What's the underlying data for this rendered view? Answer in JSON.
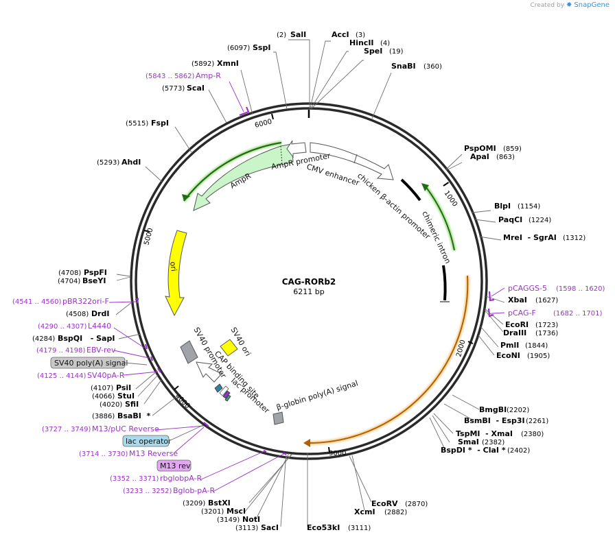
{
  "credit": {
    "prefix": "Created by",
    "brand": "SnapGene"
  },
  "plasmid": {
    "name": "CAG-RORb2",
    "length": "6211 bp"
  },
  "ticks": [
    "1000",
    "2000",
    "3000",
    "4000",
    "5000",
    "6000"
  ],
  "sites": [
    {
      "name": "SalI",
      "pos": "(2)"
    },
    {
      "name": "AccI",
      "pos": "(3)"
    },
    {
      "name": "HincII",
      "pos": "(4)"
    },
    {
      "name": "SpeI",
      "pos": "(19)"
    },
    {
      "name": "SnaBI",
      "pos": "(360)"
    },
    {
      "name": "SspI",
      "pos": "(6097)"
    },
    {
      "name": "XmnI",
      "pos": "(5892)"
    },
    {
      "name": "ScaI",
      "pos": "(5773)"
    },
    {
      "name": "FspI",
      "pos": "(5515)"
    },
    {
      "name": "AhdI",
      "pos": "(5293)"
    },
    {
      "name": "PspOMI",
      "pos": "(859)"
    },
    {
      "name": "ApaI",
      "pos": "(863)"
    },
    {
      "name": "BlpI",
      "pos": "(1154)"
    },
    {
      "name": "PaqCI",
      "pos": "(1224)"
    },
    {
      "name": "MreI  - SgrAI",
      "pos": "(1312)"
    },
    {
      "name": "XbaI",
      "pos": "(1627)"
    },
    {
      "name": "EcoRI",
      "pos": "(1723)"
    },
    {
      "name": "DraIII",
      "pos": "(1736)"
    },
    {
      "name": "PmlI",
      "pos": "(1844)"
    },
    {
      "name": "EcoNI",
      "pos": "(1905)"
    },
    {
      "name": "PspFI",
      "pos": "(4708)"
    },
    {
      "name": "BseYI",
      "pos": "(4704)"
    },
    {
      "name": "DrdI",
      "pos": "(4508)"
    },
    {
      "name": "BspQI   - SapI",
      "pos": "(4284)"
    },
    {
      "name": "PsiI",
      "pos": "(4107)"
    },
    {
      "name": "StuI",
      "pos": "(4066)"
    },
    {
      "name": "SfiI",
      "pos": "(4020)"
    },
    {
      "name": "BsaBI  *",
      "pos": "(3886)"
    },
    {
      "name": "BmgBI",
      "pos": "(2202)"
    },
    {
      "name": "BsmBI  - Esp3I",
      "pos": "(2261)"
    },
    {
      "name": "TspMI  - XmaI",
      "pos": "(2380)"
    },
    {
      "name": "SmaI",
      "pos": "(2382)"
    },
    {
      "name": "BspDI *  - ClaI *",
      "pos": "(2402)"
    },
    {
      "name": "BstXI",
      "pos": "(3209)"
    },
    {
      "name": "MscI",
      "pos": "(3201)"
    },
    {
      "name": "NotI",
      "pos": "(3149)"
    },
    {
      "name": "SacI",
      "pos": "(3113)"
    },
    {
      "name": "Eco53kI",
      "pos": "(3111)"
    },
    {
      "name": "EcoRV",
      "pos": "(2870)"
    },
    {
      "name": "XcmI",
      "pos": "(2882)"
    }
  ],
  "primers": [
    {
      "name": "Amp-R",
      "range": "(5843 .. 5862)"
    },
    {
      "name": "pCAGGS-5",
      "range": "(1598 .. 1620)"
    },
    {
      "name": "pCAG-F",
      "range": "(1682 .. 1701)"
    },
    {
      "name": "pBR322ori-F",
      "range": "(4541 .. 4560)"
    },
    {
      "name": "L4440",
      "range": "(4290 .. 4307)"
    },
    {
      "name": "EBV-rev",
      "range": "(4179 .. 4198)"
    },
    {
      "name": "SV40pA-R",
      "range": "(4125 .. 4144)"
    },
    {
      "name": "M13/pUC Reverse",
      "range": "(3727 .. 3749)"
    },
    {
      "name": "M13 Reverse",
      "range": "(3714 .. 3730)"
    },
    {
      "name": "rbglobpA-R",
      "range": "(3352 .. 3371)"
    },
    {
      "name": "Bglob-pA-R",
      "range": "(3233 .. 3252)"
    }
  ],
  "boxed": [
    {
      "name": "SV40 poly(A) signal",
      "fill": "#c8c8c8"
    },
    {
      "name": "lac operator",
      "fill": "#a9d9ea"
    },
    {
      "name": "M13 rev",
      "fill": "#e2a6f2"
    }
  ],
  "features": [
    "AmpR promoter",
    "CMV enhancer",
    "chicken β-actin promoter",
    "chimeric intron",
    "AmpR",
    "ori",
    "SV40 ori",
    "SV40 promoter",
    "CAP binding site",
    "lac promoter",
    "β-globin poly(A) signal"
  ],
  "colors": {
    "backbone": "#2a2a2a",
    "site_line": "#6e6e6e",
    "primer": "#9b30c8",
    "ampR": "#c9f5c9",
    "ori": "#ffff00",
    "orf": "#f4a93a",
    "promoter": "#ffffff",
    "sv40ori": "#ffff00",
    "polyA": "#a0a0a0"
  }
}
